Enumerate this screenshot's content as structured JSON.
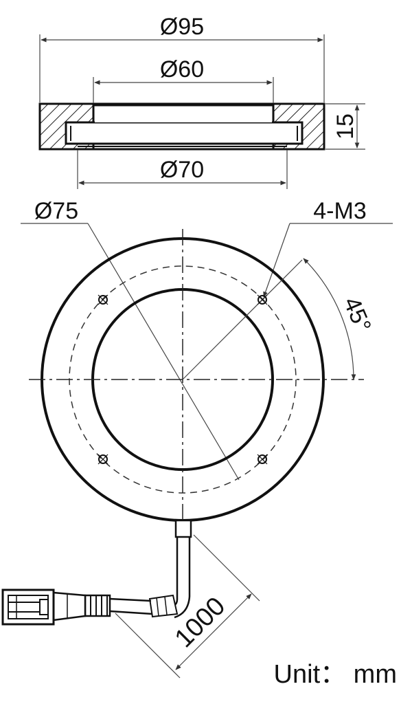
{
  "dimensions": {
    "outer_diameter": "Ø95",
    "inner_diameter": "Ø60",
    "lower_diameter": "Ø70",
    "height": "15",
    "bolt_circle_diameter": "Ø75",
    "mounting_holes": "4-M3",
    "angle": "45°",
    "cable_length": "1000"
  },
  "unit_label": "Unit： mm"
}
